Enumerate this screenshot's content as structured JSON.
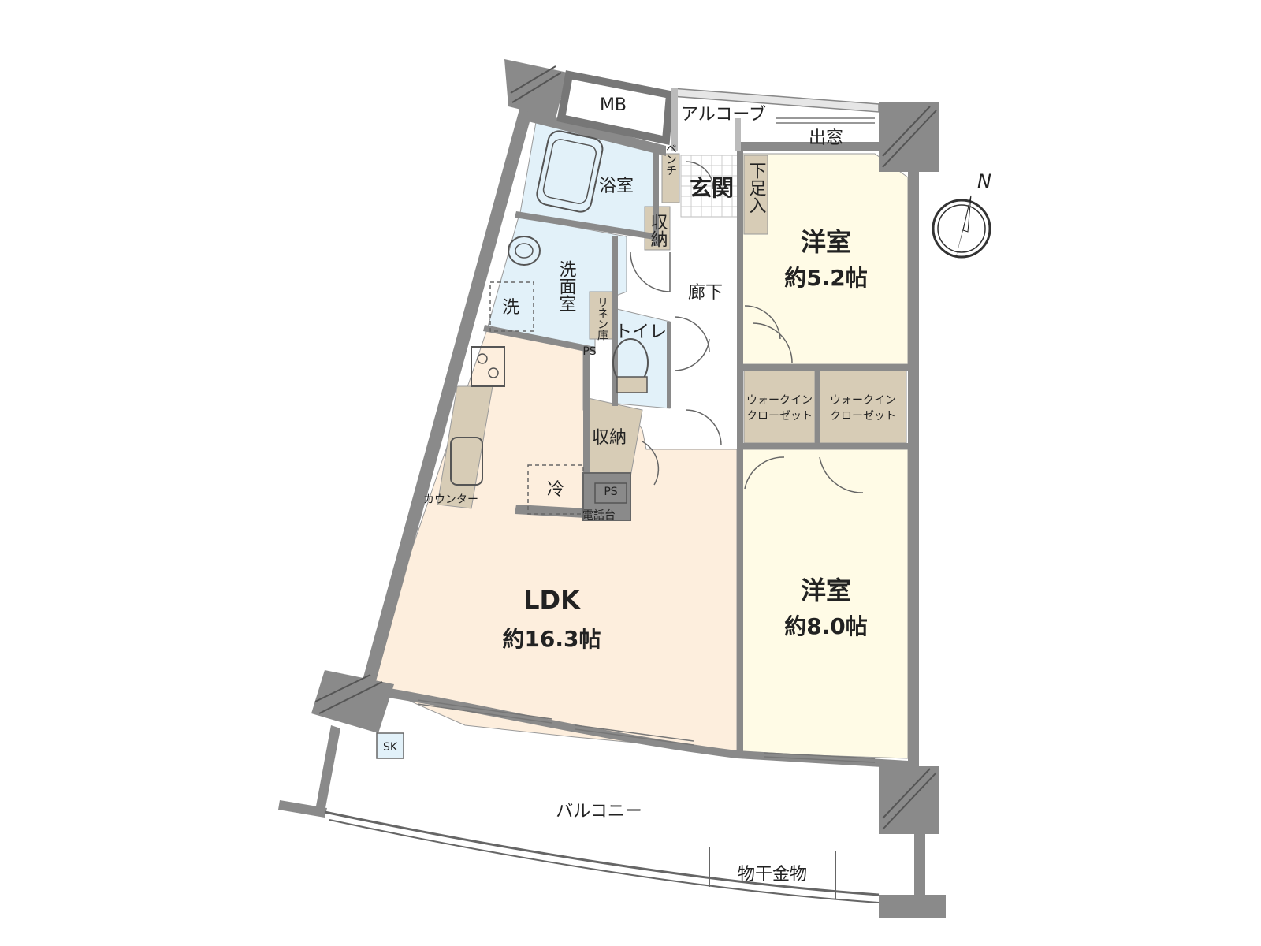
{
  "rooms": {
    "mb": "MB",
    "alcove": "アルコーブ",
    "bay_window": "出窓",
    "bath": "浴室",
    "bench": "ベンチ",
    "entrance": "玄関",
    "shoe_storage": "下足入",
    "storage_entry": "収納",
    "washroom": "洗面室",
    "laundry": "洗",
    "linen": "リネン庫",
    "hallway": "廊下",
    "toilet": "トイレ",
    "ps_top": "PS",
    "storage_ldk": "収納",
    "fridge": "冷",
    "ps_bottom": "PS",
    "phone_stand": "電話台",
    "counter": "カウンター",
    "ldk_name": "LDK",
    "ldk_size": "約16.3帖",
    "bedroom1_name": "洋室",
    "bedroom1_size": "約5.2帖",
    "bedroom2_name": "洋室",
    "bedroom2_size": "約8.0帖",
    "wic1": [
      "ウォークイン",
      "クローゼット"
    ],
    "wic2": [
      "ウォークイン",
      "クローゼット"
    ],
    "balcony": "バルコニー",
    "sk": "SK",
    "drying_rack": "物干金物"
  },
  "compass": {
    "label": "N"
  },
  "colors": {
    "ldk": "#fdeedd",
    "bedroom": "#fffbe6",
    "wet_area": "#e2f1f9",
    "storage": "#d7ccb6",
    "wall": "#8a8a8a"
  }
}
